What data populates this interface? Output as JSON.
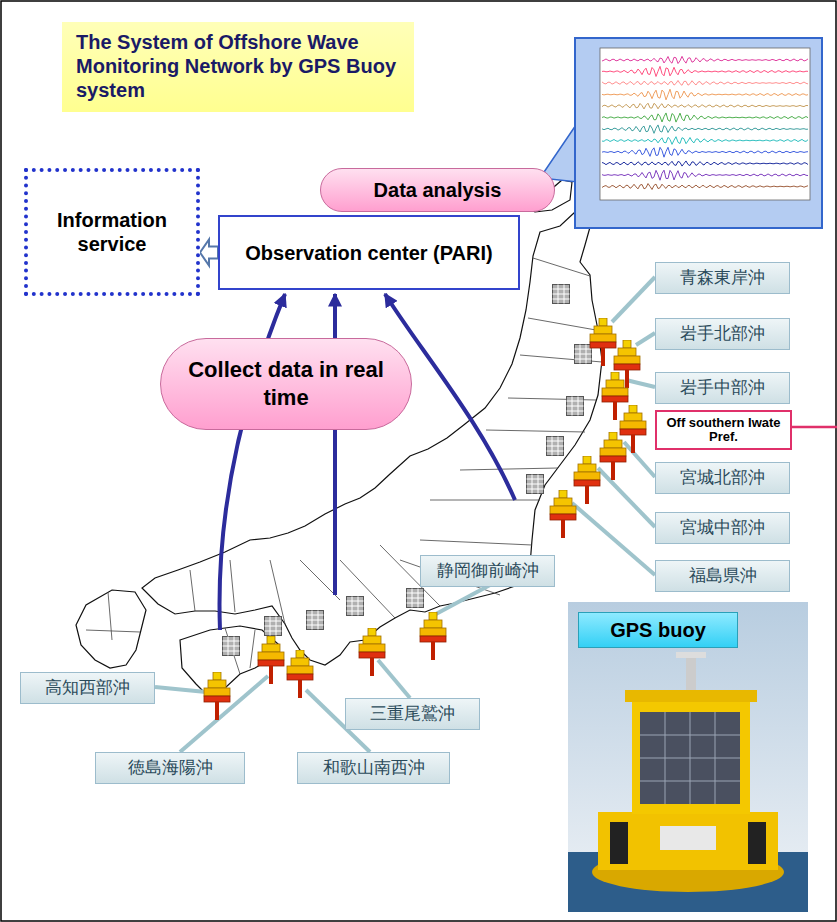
{
  "diagram": {
    "title": "The System of Offshore Wave Monitoring Network by GPS Buoy system",
    "nodes": [
      {
        "text": [
          "Information service"
        ]
      },
      {
        "text": [
          "Observation center (PARI)"
        ]
      },
      {
        "text": [
          "Data analysis"
        ]
      },
      {
        "text": [
          "Collect data in real time"
        ]
      },
      {
        "text": [
          "青森東岸沖"
        ]
      },
      {
        "text": [
          "岩手北部沖"
        ]
      },
      {
        "text": [
          "岩手中部沖"
        ]
      },
      {
        "text": [
          "Off southern Iwate Pref."
        ]
      },
      {
        "text": [
          "宮城北部沖"
        ]
      },
      {
        "text": [
          "宮城中部沖"
        ]
      },
      {
        "text": [
          "福島県沖"
        ]
      },
      {
        "text": [
          "静岡御前崎沖"
        ]
      },
      {
        "text": [
          "三重尾鷲沖"
        ]
      },
      {
        "text": [
          "和歌山南西沖"
        ]
      },
      {
        "text": [
          "徳島海陽沖"
        ]
      },
      {
        "text": [
          "高知西部沖"
        ]
      },
      {
        "text": [
          "GPS buoy"
        ]
      }
    ],
    "edges": [
      {
        "from": 1,
        "to": 0,
        "arrow": "to"
      }
    ]
  }
}
